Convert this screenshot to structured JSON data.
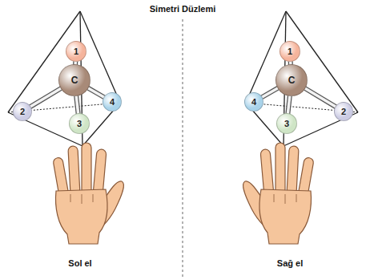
{
  "diagram": {
    "title": "Simetri Düzlemi",
    "nodes": [
      {
        "text": [
          "1"
        ]
      },
      {
        "text": [
          "C"
        ]
      },
      {
        "text": [
          "2"
        ]
      },
      {
        "text": [
          "4"
        ]
      },
      {
        "text": [
          "3"
        ]
      },
      {
        "text": [
          "1"
        ]
      },
      {
        "text": [
          "C"
        ]
      },
      {
        "text": [
          "4"
        ]
      },
      {
        "text": [
          "2"
        ]
      },
      {
        "text": [
          "3"
        ]
      }
    ],
    "edges": [
      {
        "from": 1,
        "to": 0,
        "arrow": "none"
      },
      {
        "from": 1,
        "to": 2,
        "arrow": "none"
      },
      {
        "from": 1,
        "to": 3,
        "arrow": "none"
      },
      {
        "from": 1,
        "to": 4,
        "arrow": "none"
      },
      {
        "from": 6,
        "to": 5,
        "arrow": "none"
      },
      {
        "from": 6,
        "to": 7,
        "arrow": "none"
      },
      {
        "from": 6,
        "to": 8,
        "arrow": "none"
      },
      {
        "from": 6,
        "to": 9,
        "arrow": "none"
      }
    ],
    "labels": [
      "Sol el",
      "Sağ el"
    ]
  }
}
